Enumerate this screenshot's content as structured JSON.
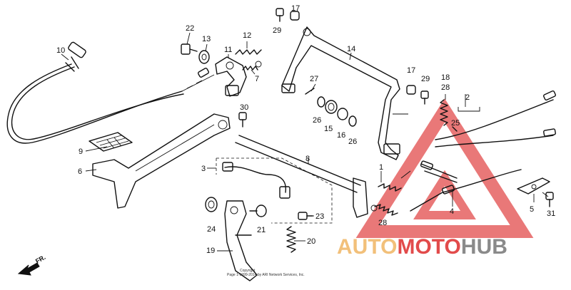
{
  "diagram": {
    "callouts": [
      {
        "id": "c10",
        "text": "10"
      },
      {
        "id": "c22",
        "text": "22"
      },
      {
        "id": "c13",
        "text": "13"
      },
      {
        "id": "c11",
        "text": "11"
      },
      {
        "id": "c12",
        "text": "12"
      },
      {
        "id": "c7",
        "text": "7"
      },
      {
        "id": "c17a",
        "text": "17"
      },
      {
        "id": "c29a",
        "text": "29"
      },
      {
        "id": "c14",
        "text": "14"
      },
      {
        "id": "c27",
        "text": "27"
      },
      {
        "id": "c26a",
        "text": "26"
      },
      {
        "id": "c15",
        "text": "15"
      },
      {
        "id": "c16",
        "text": "16"
      },
      {
        "id": "c26b",
        "text": "26"
      },
      {
        "id": "c17b",
        "text": "17"
      },
      {
        "id": "c29b",
        "text": "29"
      },
      {
        "id": "c18",
        "text": "18"
      },
      {
        "id": "c28a",
        "text": "28"
      },
      {
        "id": "c25",
        "text": "25"
      },
      {
        "id": "c2",
        "text": "2"
      },
      {
        "id": "c30",
        "text": "30"
      },
      {
        "id": "c9",
        "text": "9"
      },
      {
        "id": "c6",
        "text": "6"
      },
      {
        "id": "c3",
        "text": "3"
      },
      {
        "id": "c8",
        "text": "8"
      },
      {
        "id": "c1",
        "text": "1"
      },
      {
        "id": "c4",
        "text": "4"
      },
      {
        "id": "c5",
        "text": "5"
      },
      {
        "id": "c31",
        "text": "31"
      },
      {
        "id": "c24",
        "text": "24"
      },
      {
        "id": "c21",
        "text": "21"
      },
      {
        "id": "c23",
        "text": "23"
      },
      {
        "id": "c28b",
        "text": "28"
      },
      {
        "id": "c20",
        "text": "20"
      },
      {
        "id": "c19",
        "text": "19"
      }
    ],
    "front_indicator": "FR.",
    "copyright_line_1": "Copyright",
    "copyright_line_2": "Page 1-1999-2014 by ARI Network Services, Inc."
  },
  "watermark": {
    "word_part_1": "AUTO",
    "word_part_2": "MOTO",
    "word_part_3": "HUB",
    "colors": {
      "auto": "#f2c07a",
      "moto": "#e24b4b",
      "hub": "#8a8a8a",
      "triangle": "#e24b4b"
    }
  }
}
